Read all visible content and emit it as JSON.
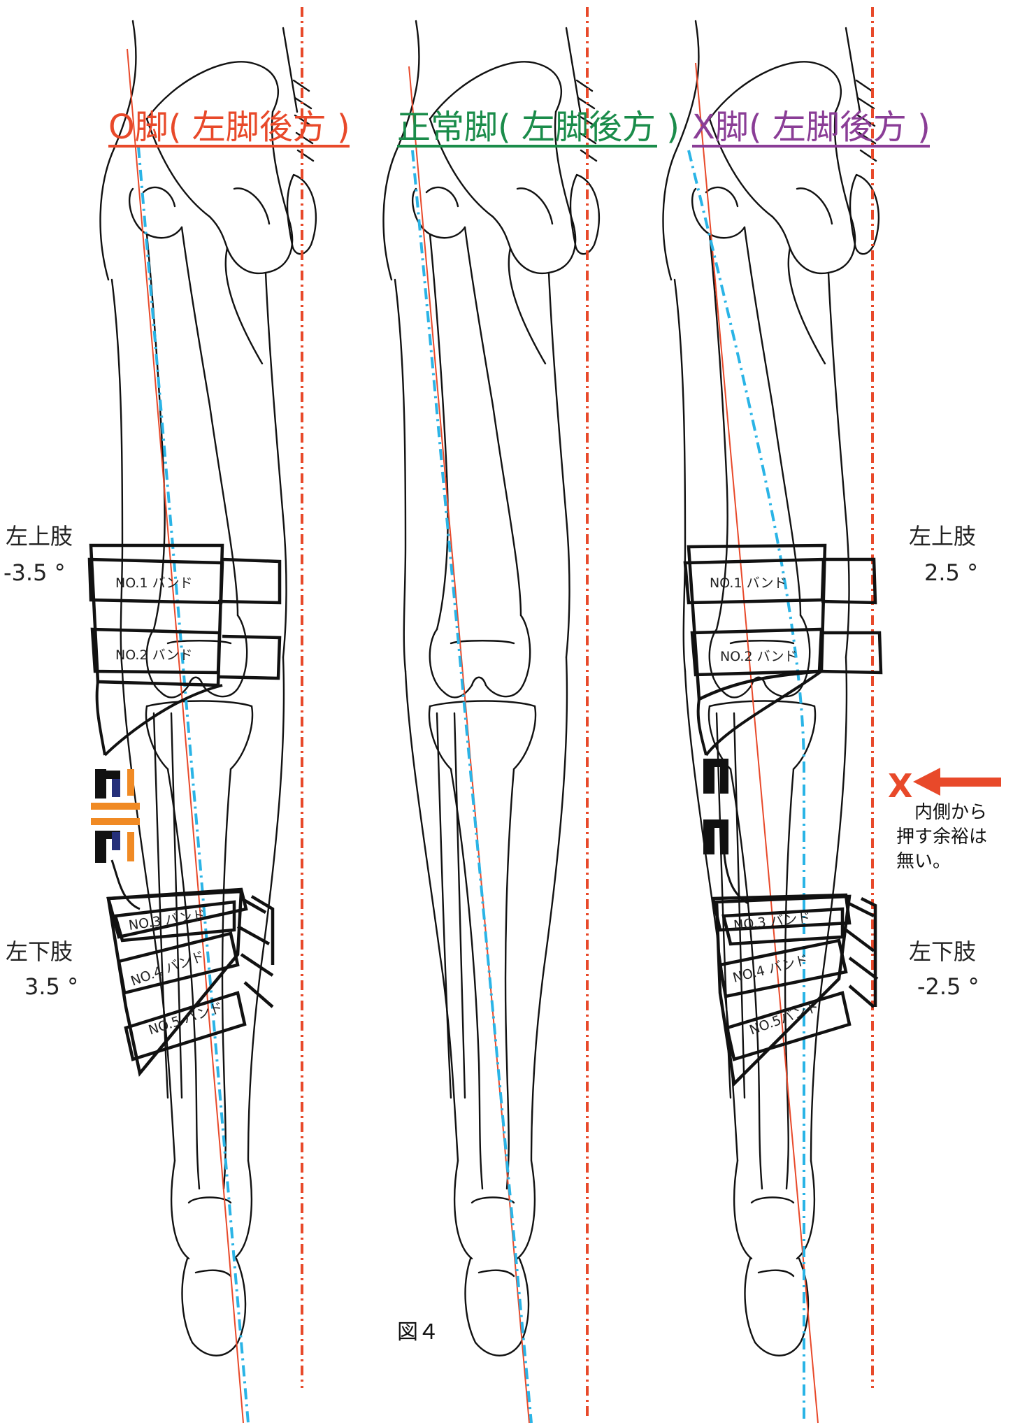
{
  "titles": {
    "left": "O脚( 左脚後方 )",
    "center": "正常脚( 左脚後方 )",
    "right": "X脚( 左脚後方 )"
  },
  "angles": {
    "left_upper_label": "左上肢",
    "left_upper_value": "-3.5 °",
    "left_lower_label": "左下肢",
    "left_lower_value": "3.5 °",
    "right_upper_label": "左上肢",
    "right_upper_value": "2.5 °",
    "right_lower_label": "左下肢",
    "right_lower_value": "-2.5 °"
  },
  "bands": {
    "left": [
      "NO.1 バンド",
      "NO.2 バンド",
      "NO.3 バンド",
      "NO.4 バンド",
      "NO.5 バンド"
    ],
    "right": [
      "NO.1 バンド",
      "NO.2 バンド",
      "NO.3 バンド",
      "NO.4 バンド",
      "NO.5バンド"
    ]
  },
  "annotation": {
    "mark": "X",
    "line1": "内側から",
    "line2": "押す余裕は",
    "line3": "無い。"
  },
  "caption": "図４",
  "colors": {
    "o_leg": "#e8492a",
    "normal_leg": "#1a8c4a",
    "x_leg": "#8a3d96",
    "axis_dashdot": "#2ab4e6",
    "plumb_line": "#e8492a",
    "brace_orange": "#f08a24",
    "brace_navy": "#26307a"
  }
}
